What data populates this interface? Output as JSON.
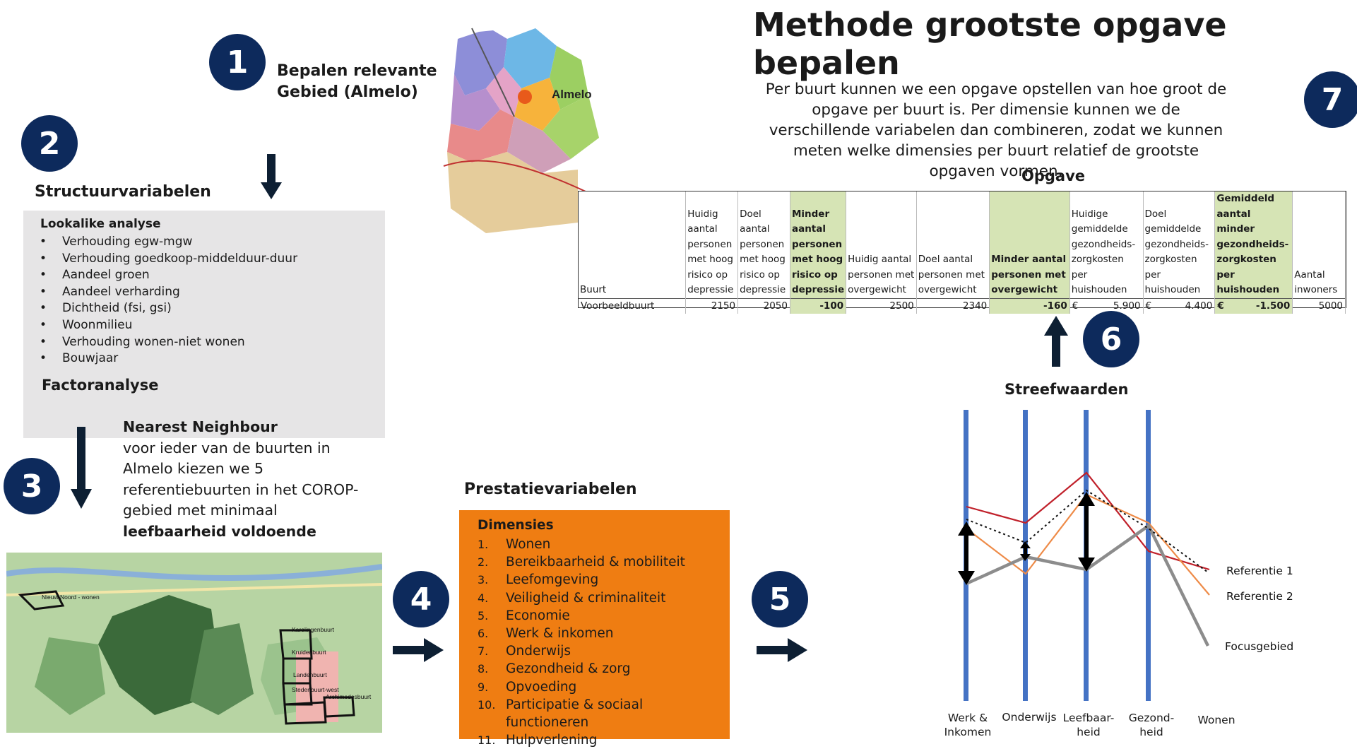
{
  "title": "Methode grootste opgave bepalen",
  "intro": "Per buurt kunnen we een opgave opstellen van hoe groot de opgave per buurt is. Per dimensie kunnen we de verschillende variabelen dan combineren, zodat we kunnen meten welke dimensies per buurt relatief de grootste opgaven vormen.",
  "steps": {
    "s1": {
      "num": "1",
      "label_line1": "Bepalen relevante",
      "label_line2": "Gebied (Almelo)"
    },
    "s2": {
      "num": "2",
      "heading": "Structuurvariabelen"
    },
    "s3": {
      "num": "3"
    },
    "s4": {
      "num": "4"
    },
    "s5": {
      "num": "5"
    },
    "s6": {
      "num": "6"
    },
    "s7": {
      "num": "7"
    }
  },
  "lookalike": {
    "heading": "Lookalike analyse",
    "items": [
      "Verhouding egw-mgw",
      "Verhouding goedkoop-middelduur-duur",
      "Aandeel groen",
      "Aandeel verharding",
      "Dichtheid (fsi, gsi)",
      "Woonmilieu",
      "Verhouding wonen-niet wonen",
      "Bouwjaar"
    ],
    "factor": "Factoranalyse"
  },
  "nearest": {
    "heading": "Nearest Neighbour",
    "line1": "voor ieder van de buurten in",
    "line2": "Almelo kiezen we 5",
    "line3": "referentiebuurten  in het COROP-",
    "line4": "gebied met minimaal",
    "line5": "leefbaarheid voldoende"
  },
  "prestatie": {
    "heading": "Prestatievariabelen",
    "box_heading": "Dimensies",
    "items": [
      {
        "n": "1.",
        "label": "Wonen"
      },
      {
        "n": "2.",
        "label": "Bereikbaarheid & mobiliteit"
      },
      {
        "n": "3.",
        "label": "Leefomgeving"
      },
      {
        "n": "4.",
        "label": "Veiligheid & criminaliteit"
      },
      {
        "n": "5.",
        "label": "Economie"
      },
      {
        "n": "6.",
        "label": "Werk & inkomen"
      },
      {
        "n": "7.",
        "label": "Onderwijs"
      },
      {
        "n": "8.",
        "label": "Gezondheid & zorg"
      },
      {
        "n": "9.",
        "label": "Opvoeding"
      },
      {
        "n": "10.",
        "label": "Participatie & sociaal functioneren"
      },
      {
        "n": "11.",
        "label": "Hulpverlening"
      }
    ]
  },
  "opgave": {
    "heading": "Opgave",
    "headers": [
      "Buurt",
      "Huidig aantal personen met hoog risico op depressie",
      "Doel aantal personen met hoog risico op depressie",
      "Minder aantal personen met hoog risico op depressie",
      "Huidig aantal personen met overgewicht",
      "Doel aantal personen met overgewicht",
      "Minder aantal personen met overgewicht",
      "Huidige gemiddelde gezondheids-zorgkosten per huishouden",
      "Doel gemiddelde gezondheids-zorgkosten per huishouden",
      "Gemiddeld aantal minder gezondheids-zorgkosten per huishouden",
      "Aantal inwoners"
    ],
    "row": {
      "buurt": "Voorbeeldbuurt",
      "c1": "2150",
      "c2": "2050",
      "c3": "-100",
      "c4": "2500",
      "c5": "2340",
      "c6": "-160",
      "c7_cur": "€",
      "c7": "5.900",
      "c8_cur": "€",
      "c8": "4.400",
      "c9_cur": "€",
      "c9": "-1.500",
      "c10": "5000"
    }
  },
  "streef": {
    "heading": "Streefwaarden",
    "axes": [
      "Werk & Inkomen",
      "Onderwijs",
      "Leefbaar-heid",
      "Gezond-heid",
      "Wonen"
    ],
    "legend": [
      "Referentie 1",
      "Referentie 2",
      "Focusgebied"
    ]
  },
  "map_top": {
    "city_label": "Almelo"
  },
  "map_bottom": {
    "labels": [
      "Nieuw Noord - wonen",
      "Karolingenbuurt",
      "Kruidenbuurt",
      "Landenbuurt",
      "Stedenbuurt-west",
      "Archimedesbuurt"
    ]
  },
  "colors": {
    "navy": "#0d2a5c",
    "orange": "#ef7d12",
    "grey_box": "#e6e5e6",
    "highlight": "#d6e4b5",
    "axis_blue": "#4472c4",
    "ref1": "#c0202a",
    "ref2": "#ee8b48",
    "focus": "#8c8c8c"
  }
}
